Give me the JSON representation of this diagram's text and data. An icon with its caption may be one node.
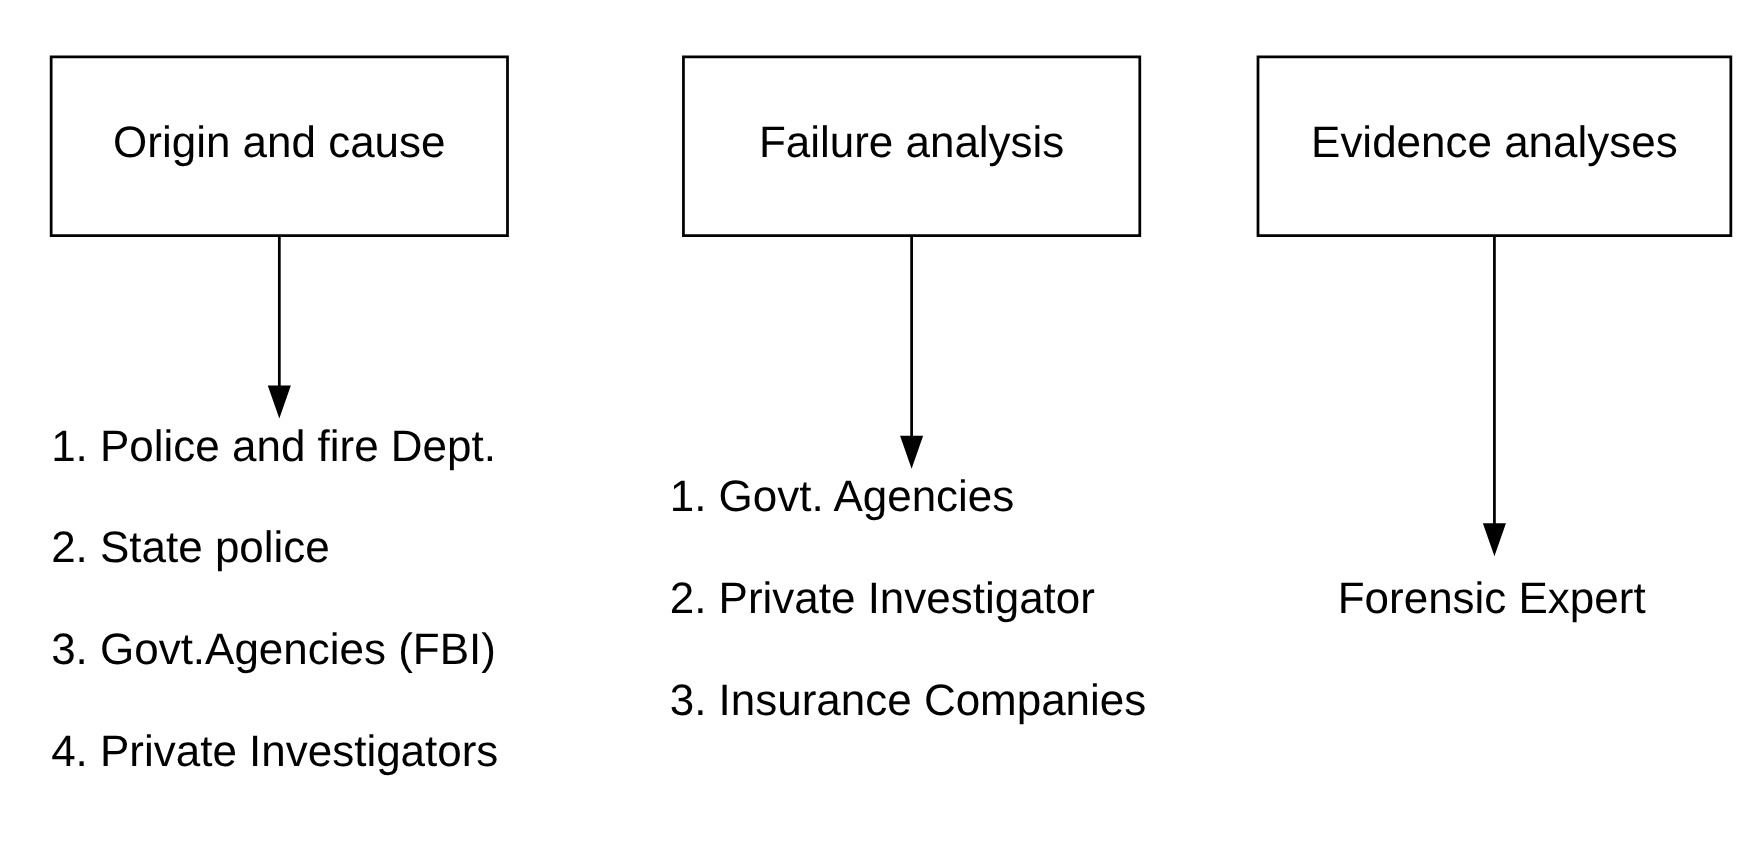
{
  "diagram": {
    "nodes": [
      {
        "text": [
          "Origin and cause"
        ]
      },
      {
        "text": [
          "Failure analysis"
        ]
      },
      {
        "text": [
          "Evidence analyses"
        ]
      },
      {
        "text": [
          "1. Police and fire Dept.",
          "2. State police",
          "3. Govt.Agencies (FBI)",
          "4. Private Investigators"
        ]
      },
      {
        "text": [
          "1. Govt. Agencies",
          "2. Private Investigator",
          "3. Insurance Companies"
        ]
      },
      {
        "text": [
          "Forensic Expert"
        ]
      }
    ],
    "edges": [
      {
        "from": 0,
        "to": 3,
        "arrow": "to"
      },
      {
        "from": 1,
        "to": 4,
        "arrow": "to"
      },
      {
        "from": 2,
        "to": 5,
        "arrow": "to"
      }
    ]
  }
}
